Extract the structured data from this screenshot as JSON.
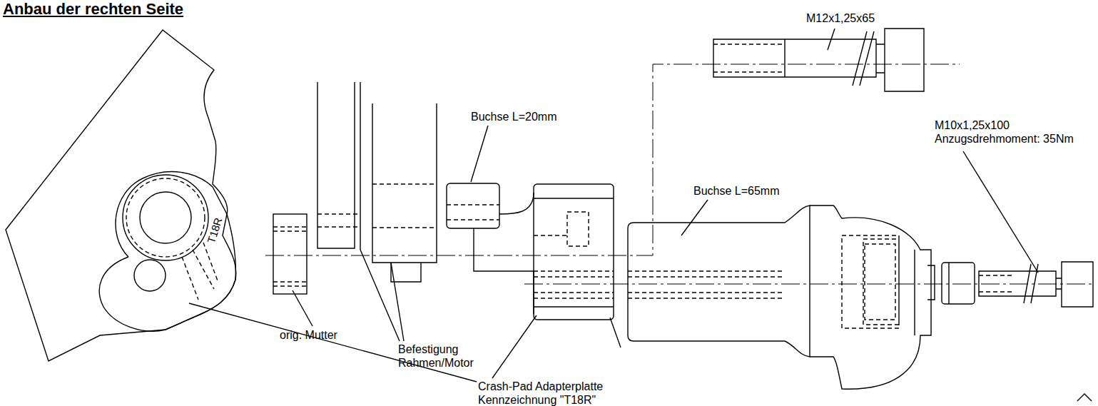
{
  "diagram": {
    "title": "Anbau der rechten Seite",
    "labels": [
      "M12x1,25x65",
      "Buchse L=20mm",
      "Buchse L=65mm",
      "M10x1,25x100 Anzugsdrehmoment: 35Nm",
      "T18R",
      "orig. Mutter",
      "Befestigung Rahmen/Motor",
      "Crash-Pad Adapterplatte Kennzeichnung \"T18R\""
    ]
  }
}
